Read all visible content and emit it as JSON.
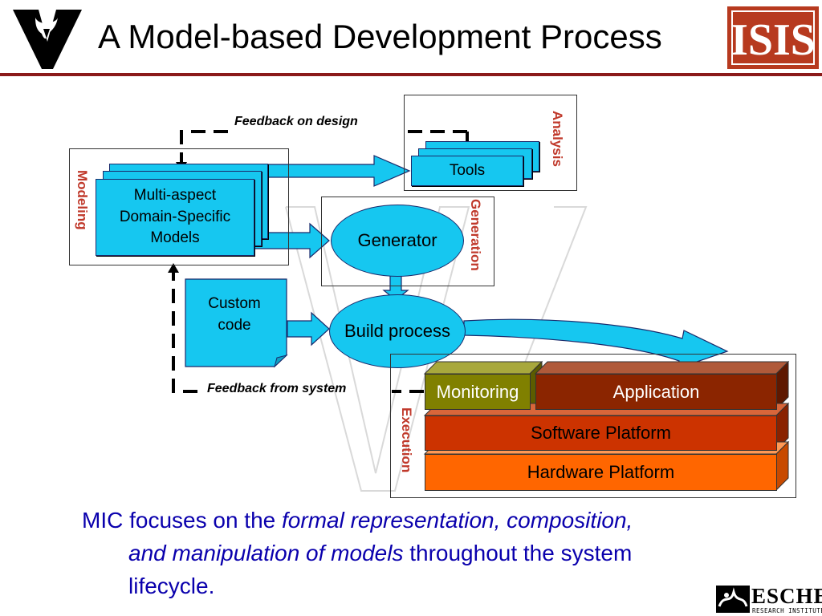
{
  "title": "A Model-based Development Process",
  "panels": {
    "modeling_label": "Modeling",
    "analysis_label": "Analysis",
    "generation_label": "Generation",
    "execution_label": "Execution"
  },
  "nodes": {
    "models": "Multi-aspect\nDomain-Specific\nModels",
    "tools": "Tools",
    "generator": "Generator",
    "custom_code": "Custom\ncode",
    "build_process": "Build process"
  },
  "feedback": {
    "design": "Feedback on design",
    "system": "Feedback from system"
  },
  "execution_layers": {
    "monitoring": "Monitoring",
    "application": "Application",
    "software_platform": "Software Platform",
    "hardware_platform": "Hardware Platform"
  },
  "footer_text": {
    "part1": "MIC focuses on the ",
    "emphasis1": "formal representation, composition,",
    "emphasis2": "and manipulation of models",
    "part2": " throughout the system",
    "part3": "lifecycle."
  },
  "logos": {
    "left": "vanderbilt-v-logo",
    "right": "isis-logo",
    "footer_brand": "ESCHER",
    "footer_sub": "RESEARCH INSTITUTE"
  },
  "colors": {
    "accent_rule": "#8b1a1a",
    "box_fill": "#16c7f0",
    "panel_label": "#c0392b",
    "monitoring": "#808000",
    "application": "#8b2500",
    "software_platform": "#cc3300",
    "hardware_platform": "#ff6600",
    "body_text": "#0a00ad"
  }
}
